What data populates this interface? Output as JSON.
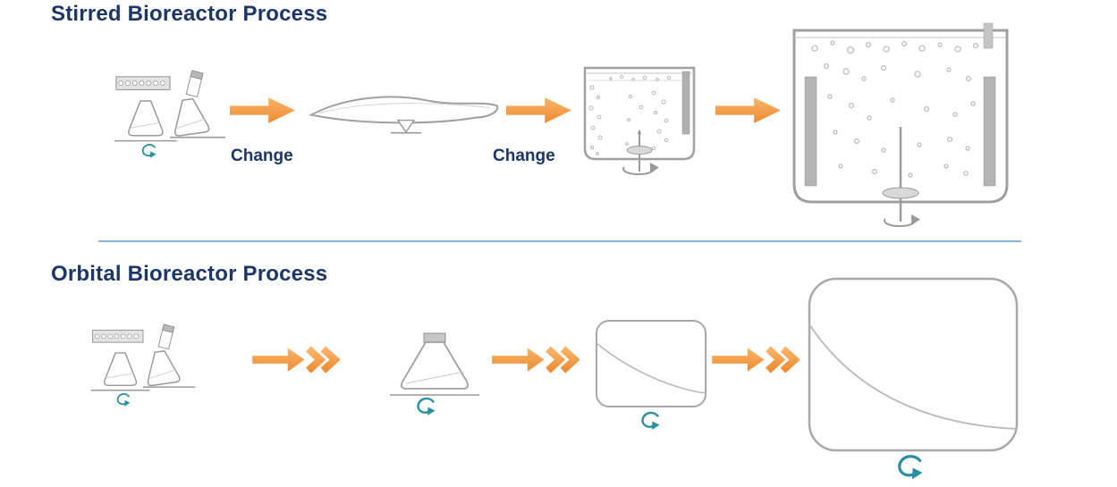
{
  "page": {
    "background": "#ffffff"
  },
  "colors": {
    "title_navy": "#1c3667",
    "arrow_orange": "#f59c42",
    "shake_teal": "#2b8fa3",
    "outline_gray": "#9a9a9a",
    "divider_blue": "#8ab6d9"
  },
  "stirred": {
    "title": "Stirred Bioreactor Process",
    "arrow_labels": [
      "Change",
      "Change"
    ],
    "steps": [
      "microplate-and-shake-flasks",
      "wave-rocker-bioreactor",
      "stirred-tank-bioreactor-small",
      "stirred-tank-bioreactor-large"
    ]
  },
  "orbital": {
    "title": "Orbital Bioreactor Process",
    "steps": [
      "microplate-and-shake-flasks",
      "capped-shake-flask",
      "orbital-shaken-bioreactor-small",
      "orbital-shaken-bioreactor-large"
    ]
  }
}
